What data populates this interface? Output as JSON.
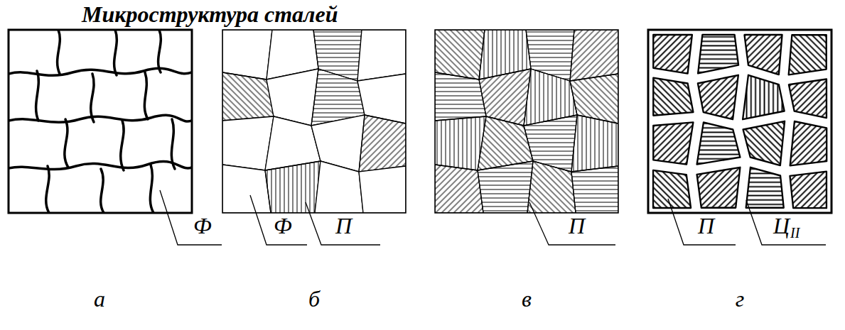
{
  "diagram": {
    "title": "Микроструктура сталей",
    "labels": [
      "Ф",
      "Ф",
      "П",
      "П",
      "П",
      "Ц",
      "II",
      "а",
      "б",
      "в",
      "г"
    ]
  }
}
